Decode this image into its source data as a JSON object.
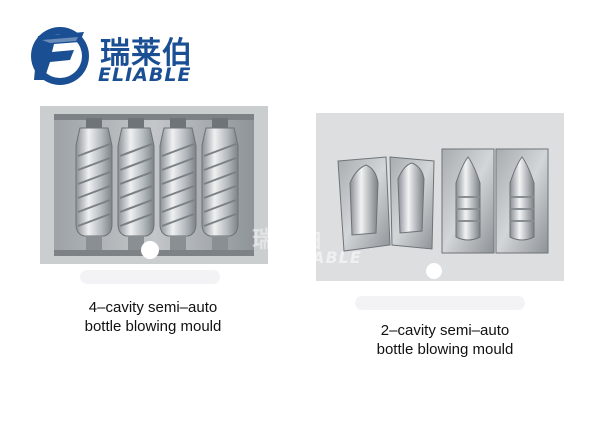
{
  "brand": {
    "name_cn": "瑞莱伯",
    "name_en": "ELIABLE",
    "color": "#1b4f94"
  },
  "products": [
    {
      "caption_line1": "4–cavity semi–auto",
      "caption_line2": "bottle blowing mould",
      "cavities": 4
    },
    {
      "caption_line1": "2–cavity semi–auto",
      "caption_line2": "bottle blowing mould",
      "cavities": 2
    }
  ],
  "watermark": {
    "name_cn": "瑞莱伯",
    "name_en": "ELIABLE"
  }
}
